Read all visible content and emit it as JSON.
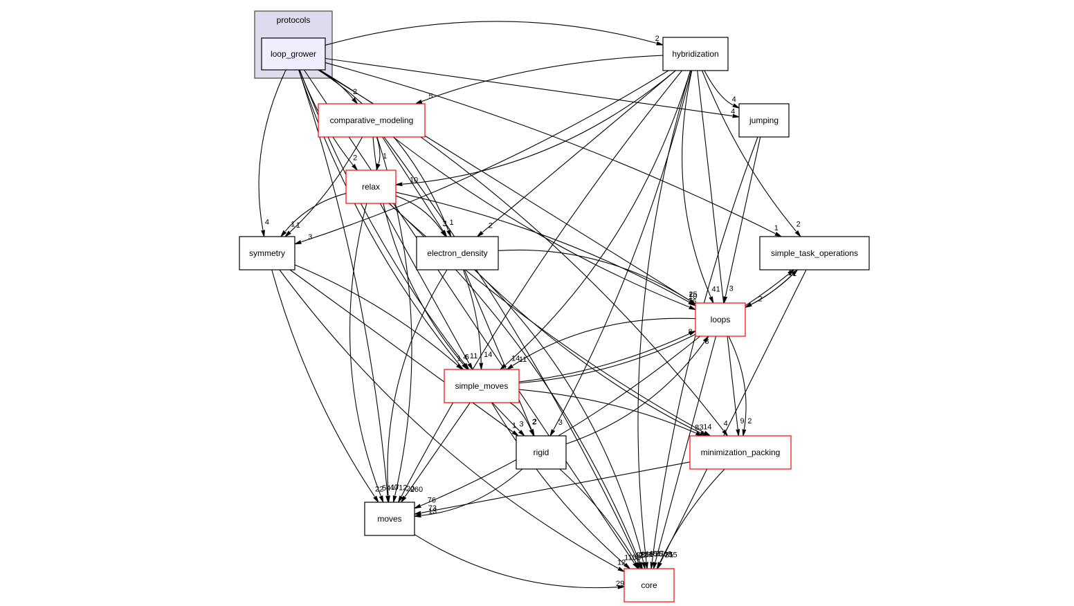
{
  "cluster": {
    "label": "protocols",
    "fill": "#dcdcec",
    "stroke": "#444444"
  },
  "colors": {
    "focus_fill": "#eeeeff",
    "red_border": "#ff0000",
    "black_border": "#000000"
  },
  "nodes": [
    {
      "id": "loop_grower",
      "label": "loop_grower",
      "style": "focus"
    },
    {
      "id": "hybridization",
      "label": "hybridization",
      "style": "black"
    },
    {
      "id": "comparative_modeling",
      "label": "comparative_modeling",
      "style": "red"
    },
    {
      "id": "jumping",
      "label": "jumping",
      "style": "black"
    },
    {
      "id": "relax",
      "label": "relax",
      "style": "red"
    },
    {
      "id": "symmetry",
      "label": "symmetry",
      "style": "black"
    },
    {
      "id": "electron_density",
      "label": "electron_density",
      "style": "black"
    },
    {
      "id": "simple_task_operations",
      "label": "simple_task_operations",
      "style": "black"
    },
    {
      "id": "loops",
      "label": "loops",
      "style": "red"
    },
    {
      "id": "simple_moves",
      "label": "simple_moves",
      "style": "red"
    },
    {
      "id": "rigid",
      "label": "rigid",
      "style": "black"
    },
    {
      "id": "minimization_packing",
      "label": "minimization_packing",
      "style": "red"
    },
    {
      "id": "moves",
      "label": "moves",
      "style": "black"
    },
    {
      "id": "core",
      "label": "core",
      "style": "red"
    }
  ],
  "edges": [
    {
      "from": "loop_grower",
      "to": "hybridization",
      "label": "2"
    },
    {
      "from": "loop_grower",
      "to": "comparative_modeling",
      "label": "2"
    },
    {
      "from": "loop_grower",
      "to": "jumping",
      "label": "4"
    },
    {
      "from": "loop_grower",
      "to": "relax",
      "label": "2"
    },
    {
      "from": "loop_grower",
      "to": "symmetry",
      "label": "4"
    },
    {
      "from": "loop_grower",
      "to": "electron_density",
      "label": "1"
    },
    {
      "from": "loop_grower",
      "to": "simple_task_operations",
      "label": "1"
    },
    {
      "from": "loop_grower",
      "to": "loops",
      "label": "15"
    },
    {
      "from": "loop_grower",
      "to": "simple_moves",
      "label": "6"
    },
    {
      "from": "loop_grower",
      "to": "rigid",
      "label": "3"
    },
    {
      "from": "loop_grower",
      "to": "minimization_packing",
      "label": "4"
    },
    {
      "from": "loop_grower",
      "to": "moves",
      "label": "40"
    },
    {
      "from": "loop_grower",
      "to": "core",
      "label": "42"
    },
    {
      "from": "hybridization",
      "to": "comparative_modeling",
      "label": "5"
    },
    {
      "from": "hybridization",
      "to": "jumping",
      "label": "4"
    },
    {
      "from": "hybridization",
      "to": "relax",
      "label": "10"
    },
    {
      "from": "hybridization",
      "to": "symmetry",
      "label": "3"
    },
    {
      "from": "hybridization",
      "to": "electron_density",
      "label": "2"
    },
    {
      "from": "hybridization",
      "to": "simple_task_operations",
      "label": "2"
    },
    {
      "from": "hybridization",
      "to": "loops",
      "label": "41"
    },
    {
      "from": "hybridization",
      "to": "simple_moves",
      "label": "14"
    },
    {
      "from": "hybridization",
      "to": "rigid",
      "label": "3"
    },
    {
      "from": "hybridization",
      "to": "minimization_packing",
      "label": "9"
    },
    {
      "from": "hybridization",
      "to": "moves",
      "label": "20"
    },
    {
      "from": "hybridization",
      "to": "core",
      "label": "401"
    },
    {
      "from": "comparative_modeling",
      "to": "relax",
      "label": "1"
    },
    {
      "from": "comparative_modeling",
      "to": "symmetry",
      "label": "1"
    },
    {
      "from": "comparative_modeling",
      "to": "electron_density",
      "label": "1"
    },
    {
      "from": "comparative_modeling",
      "to": "loops",
      "label": "26"
    },
    {
      "from": "comparative_modeling",
      "to": "simple_moves",
      "label": "4"
    },
    {
      "from": "comparative_modeling",
      "to": "moves",
      "label": "12"
    },
    {
      "from": "comparative_modeling",
      "to": "core",
      "label": "227"
    },
    {
      "from": "jumping",
      "to": "loops",
      "label": "3"
    },
    {
      "from": "jumping",
      "to": "core",
      "label": "37"
    },
    {
      "from": "relax",
      "to": "symmetry",
      "label": "1"
    },
    {
      "from": "relax",
      "to": "electron_density",
      "label": "3"
    },
    {
      "from": "relax",
      "to": "loops",
      "label": "10"
    },
    {
      "from": "relax",
      "to": "simple_moves",
      "label": "11"
    },
    {
      "from": "relax",
      "to": "minimization_packing",
      "label": "14"
    },
    {
      "from": "relax",
      "to": "moves",
      "label": "54"
    },
    {
      "from": "relax",
      "to": "core",
      "label": "265"
    },
    {
      "from": "symmetry",
      "to": "simple_moves",
      "label": "1"
    },
    {
      "from": "symmetry",
      "to": "rigid",
      "label": "1"
    },
    {
      "from": "symmetry",
      "to": "moves",
      "label": "22"
    },
    {
      "from": "symmetry",
      "to": "core",
      "label": "12"
    },
    {
      "from": "electron_density",
      "to": "loops",
      "label": "2"
    },
    {
      "from": "electron_density",
      "to": "simple_moves",
      "label": "14"
    },
    {
      "from": "electron_density",
      "to": "rigid",
      "label": "2"
    },
    {
      "from": "electron_density",
      "to": "minimization_packing",
      "label": "3"
    },
    {
      "from": "electron_density",
      "to": "moves",
      "label": "17"
    },
    {
      "from": "electron_density",
      "to": "core",
      "label": "165"
    },
    {
      "from": "simple_task_operations",
      "to": "loops",
      "label": "2"
    },
    {
      "from": "simple_task_operations",
      "to": "core",
      "label": "81"
    },
    {
      "from": "loops",
      "to": "simple_task_operations",
      "label": "1"
    },
    {
      "from": "loops",
      "to": "simple_moves",
      "label": "11"
    },
    {
      "from": "loops",
      "to": "minimization_packing",
      "label": "2"
    },
    {
      "from": "loops",
      "to": "moves",
      "label": "76"
    },
    {
      "from": "loops",
      "to": "core",
      "label": "503"
    },
    {
      "from": "simple_moves",
      "to": "loops",
      "label": "8"
    },
    {
      "from": "simple_moves",
      "to": "simple_task_operations",
      "label": "1"
    },
    {
      "from": "simple_moves",
      "to": "rigid",
      "label": "2"
    },
    {
      "from": "simple_moves",
      "to": "minimization_packing",
      "label": "8"
    },
    {
      "from": "simple_moves",
      "to": "moves",
      "label": "260"
    },
    {
      "from": "simple_moves",
      "to": "core",
      "label": "1158"
    },
    {
      "from": "rigid",
      "to": "loops",
      "label": "8"
    },
    {
      "from": "rigid",
      "to": "moves",
      "label": "13"
    },
    {
      "from": "rigid",
      "to": "core",
      "label": "78"
    },
    {
      "from": "minimization_packing",
      "to": "moves",
      "label": "73"
    },
    {
      "from": "minimization_packing",
      "to": "core",
      "label": "255"
    },
    {
      "from": "moves",
      "to": "core",
      "label": "299"
    }
  ]
}
